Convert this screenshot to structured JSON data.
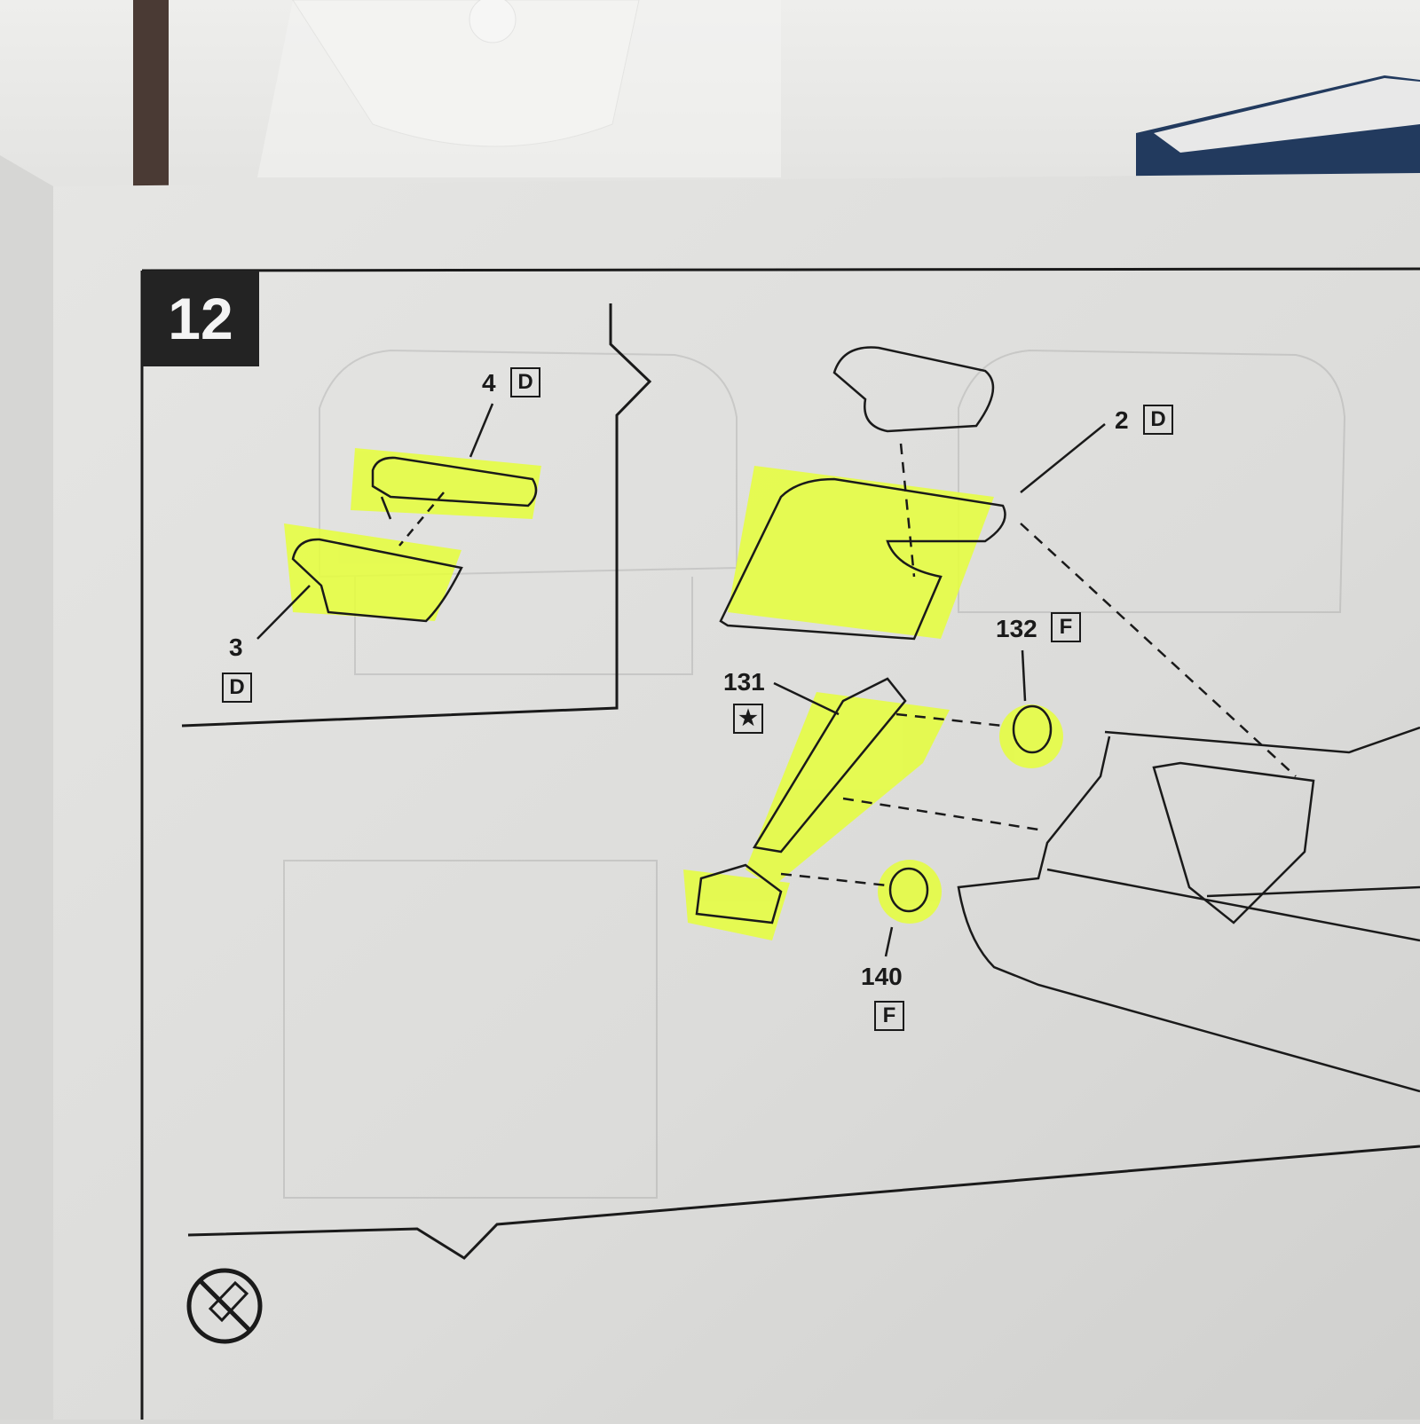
{
  "step": {
    "number": "12"
  },
  "parts": [
    {
      "id": "part-4",
      "number": "4",
      "sprue": "D"
    },
    {
      "id": "part-3",
      "number": "3",
      "sprue": "D"
    },
    {
      "id": "part-2",
      "number": "2",
      "sprue": "D"
    },
    {
      "id": "part-132",
      "number": "132",
      "sprue": "F"
    },
    {
      "id": "part-131",
      "number": "131",
      "sprue": "★"
    },
    {
      "id": "part-140",
      "number": "140",
      "sprue": "F"
    }
  ],
  "colors": {
    "highlight": "#e6ff3a",
    "paper": "#e3e3e1",
    "ink": "#1a1a1a"
  },
  "icons": [
    "no-glue-icon"
  ]
}
